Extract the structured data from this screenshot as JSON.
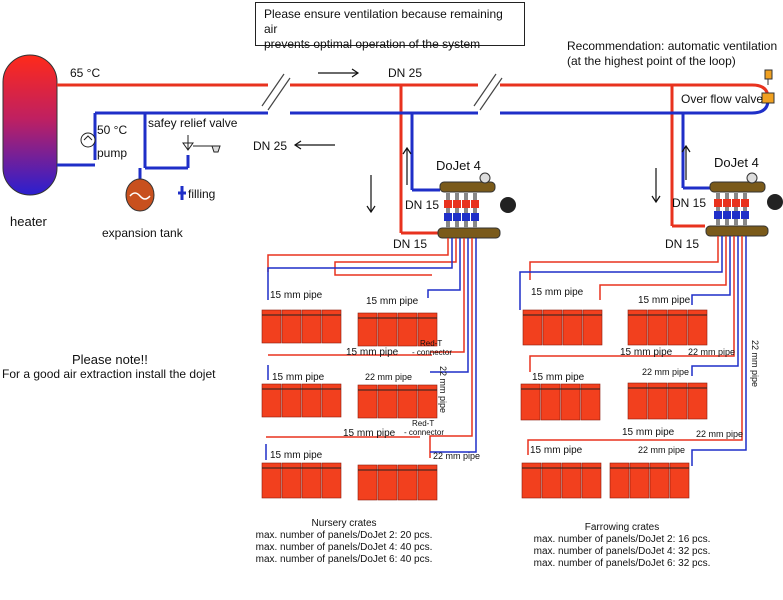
{
  "notice": {
    "line1": "Please ensure ventilation because remaining air",
    "line2": "prevents optimal operation of the system"
  },
  "recommendation": {
    "line1": "Recommendation: automatic ventilation",
    "line2": "(at the highest point of the loop)"
  },
  "labels": {
    "supply_temp": "65 °C",
    "return_temp": "50 °C",
    "pump": "pump",
    "relief_valve": "safey relief valve",
    "filling": "filling",
    "expansion_tank": "expansion tank",
    "heater": "heater",
    "dn25_top": "DN 25",
    "dn25_bottom": "DN 25",
    "overflow_valve": "Over flow valve",
    "dojet_left": "DoJet 4",
    "dojet_right": "DoJet 4",
    "dn15": "DN 15",
    "pipe15": "15 mm pipe",
    "pipe22": "22 mm pipe",
    "pipe22_vertical": "22 mm pipe",
    "red_t": "Red-T",
    "connector": "- connector"
  },
  "please_note": {
    "title": "Please note!!",
    "text": "For a good air extraction install the dojet"
  },
  "nursery": {
    "title": "Nursery crates",
    "lines": [
      "max. number of panels/DoJet 2:  20 pcs.",
      "max. number of panels/DoJet 4:  40 pcs.",
      "max. number of panels/DoJet 6:  40 pcs."
    ]
  },
  "farrowing": {
    "title": "Farrowing crates",
    "lines": [
      "max. number of panels/DoJet 2:  16 pcs.",
      "max. number of panels/DoJet 4:  32 pcs.",
      "max. number of panels/DoJet 6:  32 pcs."
    ]
  },
  "colors": {
    "supply": "#e8321e",
    "return": "#1f2fc8",
    "panel": "#f2401e",
    "manifold": "#7a5a1a"
  }
}
